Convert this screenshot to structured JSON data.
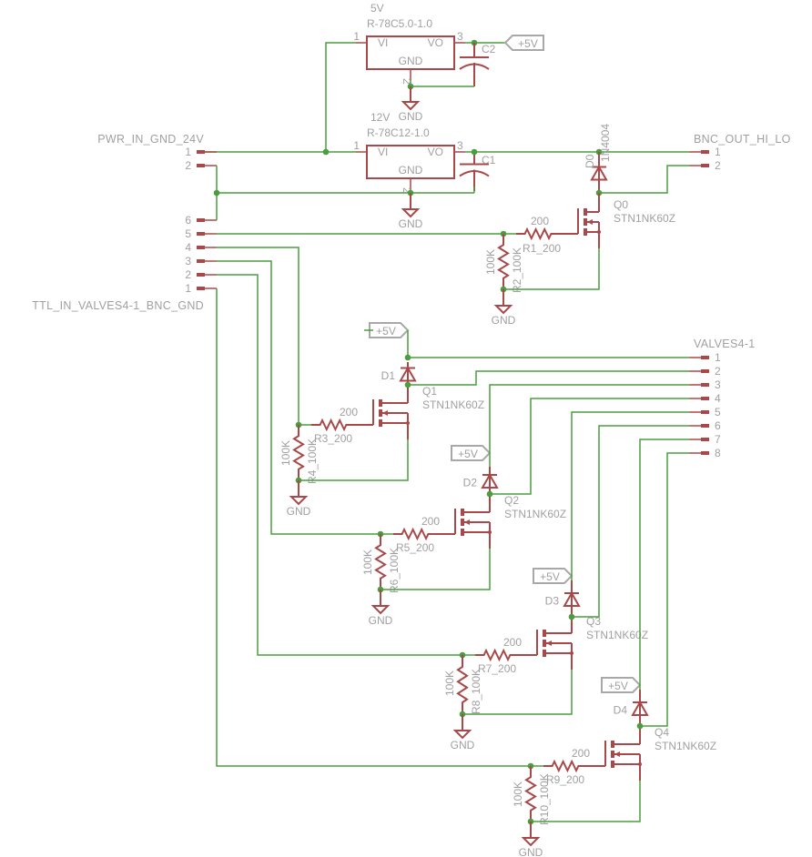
{
  "regulators": [
    {
      "id": "5v",
      "voltage": "5V",
      "part": "R-78C5.0-1.0",
      "pin_vi": "VI",
      "pin_vo": "VO",
      "pin_gnd": "GND",
      "pin1": "1",
      "pin2": "2",
      "pin3": "3",
      "cap": "C2",
      "gnd_label": "GND"
    },
    {
      "id": "12v",
      "voltage": "12V",
      "part": "R-78C12-1.0",
      "pin_vi": "VI",
      "pin_vo": "VO",
      "pin_gnd": "GND",
      "pin1": "1",
      "pin2": "2",
      "pin3": "3",
      "cap": "C1",
      "gnd_label": "GND"
    }
  ],
  "supply_label": "+5V",
  "connectors": {
    "pwr_in": {
      "name": "PWR_IN_GND_24V",
      "pins": [
        "1",
        "2",
        "6",
        "5",
        "4",
        "3",
        "2",
        "1"
      ]
    },
    "ttl_in": {
      "name": "TTL_IN_VALVES4-1_BNC_GND"
    },
    "bnc_out": {
      "name": "BNC_OUT_HI_LO",
      "pins": [
        "1",
        "2"
      ]
    },
    "valves": {
      "name": "VALVES4-1",
      "pins": [
        "1",
        "2",
        "3",
        "4",
        "5",
        "6",
        "7",
        "8"
      ]
    }
  },
  "channels": [
    {
      "diode": "D0",
      "diode_part": "1N4004",
      "fet": "Q0",
      "fet_part": "STN1NK60Z",
      "r_series_value": "200",
      "r_series_name": "R1_200",
      "r_pull_value": "100K",
      "r_pull_name": "R2_100K",
      "gnd": "GND"
    },
    {
      "diode": "D1",
      "fet": "Q1",
      "fet_part": "STN1NK60Z",
      "r_series_value": "200",
      "r_series_name": "R3_200",
      "r_pull_value": "100K",
      "r_pull_name": "R4_100K",
      "gnd": "GND"
    },
    {
      "diode": "D2",
      "fet": "Q2",
      "fet_part": "STN1NK60Z",
      "r_series_value": "200",
      "r_series_name": "R5_200",
      "r_pull_value": "100K",
      "r_pull_name": "R6_100K",
      "gnd": "GND"
    },
    {
      "diode": "D3",
      "fet": "Q3",
      "fet_part": "STN1NK60Z",
      "r_series_value": "200",
      "r_series_name": "R7_200",
      "r_pull_value": "100K",
      "r_pull_name": "R8_100K",
      "gnd": "GND"
    },
    {
      "diode": "D4",
      "fet": "Q4",
      "fet_part": "STN1NK60Z",
      "r_series_value": "200",
      "r_series_name": "R9_200",
      "r_pull_value": "100K",
      "r_pull_name": "R10_100K",
      "gnd": "GND"
    }
  ],
  "colors": {
    "wire": "#4a9e3f",
    "symbol": "#a84848",
    "label": "#a0a0a0"
  }
}
